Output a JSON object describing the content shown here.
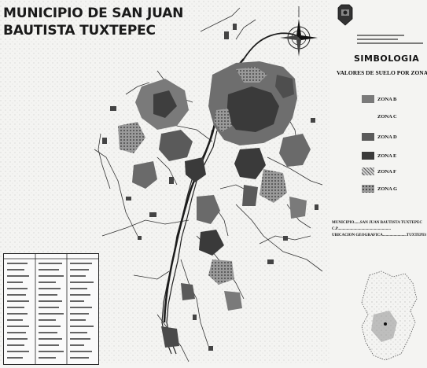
{
  "title": {
    "line1": "MUNICIPIO DE SAN JUAN",
    "line2": "BAUTISTA TUXTEPEC"
  },
  "legend": {
    "heading": "SIMBOLOGIA",
    "subheading": "VALORES DE SUELO POR ZONA",
    "zones": [
      {
        "label": "ZONA B",
        "fill": "#7a7a7a",
        "pattern": "dotted"
      },
      {
        "label": "ZONA C",
        "fill": "#f4f4f2",
        "pattern": "none"
      },
      {
        "label": "ZONA D",
        "fill": "#5a5a5a",
        "pattern": "solid"
      },
      {
        "label": "ZONA E",
        "fill": "#3a3a3a",
        "pattern": "solid"
      },
      {
        "label": "ZONA F",
        "fill": "#a8a8a8",
        "pattern": "hatched"
      },
      {
        "label": "ZONA G",
        "fill": "#6a6a6a",
        "pattern": "dotted"
      }
    ],
    "info_lines": [
      "MUNICIPIO......SAN JUAN BAUTISTA TUXTEPEC",
      "C.P......................................................",
      "UBICACION GEOGRAFICA........................TUXTEPEC"
    ]
  },
  "icons": {
    "compass": "north-arrow-compass-icon",
    "emblem": "municipal-emblem-icon"
  },
  "colors": {
    "background": "#f4f4f2",
    "urban_dark": "#3a3a3a",
    "urban_mid": "#6e6e6e",
    "river": "#1c1c1c"
  }
}
